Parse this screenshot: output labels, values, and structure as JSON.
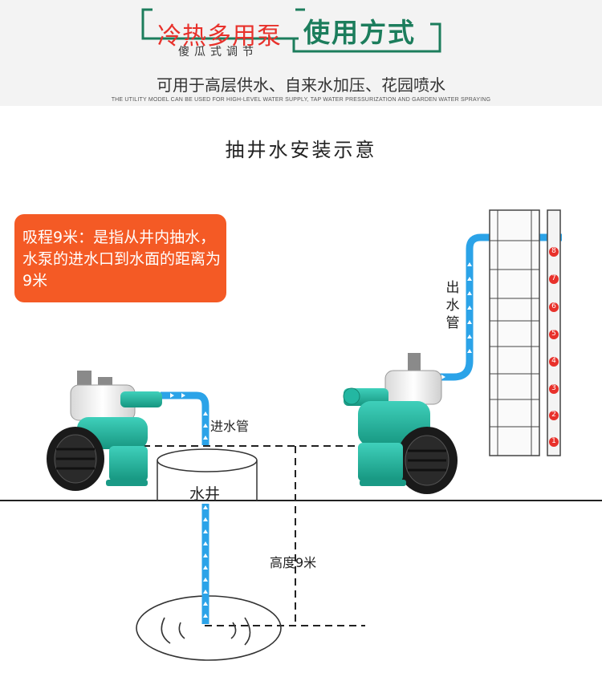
{
  "header": {
    "title_left": "冷热多用泵",
    "subtitle_left": "傻瓜式调节",
    "title_right": "使用方式",
    "headline": "可用于高层供水、自来水加压、花园喷水",
    "headline_en": "THE UTILITY MODEL CAN BE USED FOR HIGH-LEVEL WATER SUPPLY, TAP WATER PRESSURIZATION AND GARDEN WATER SPRAYING"
  },
  "diagram": {
    "title": "抽井水安装示意",
    "callout": "吸程9米：是指从井内抽水，水泵的进水口到水面的距离为9米",
    "label_inlet": "进水管",
    "label_well": "水井",
    "label_height": "高度9米",
    "label_outlet": "出水管",
    "floors": [
      "1",
      "2",
      "3",
      "4",
      "5",
      "6",
      "7",
      "8"
    ]
  },
  "colors": {
    "accent_green": "#1c7d5c",
    "accent_red": "#e8312b",
    "callout_bg": "#f45a25",
    "pipe_blue": "#2ba3e8",
    "pump_teal": "#22b4a0"
  },
  "icons": [
    "water-pump-icon",
    "arrow-up-icon",
    "building-icon",
    "floor-badge-icon"
  ]
}
